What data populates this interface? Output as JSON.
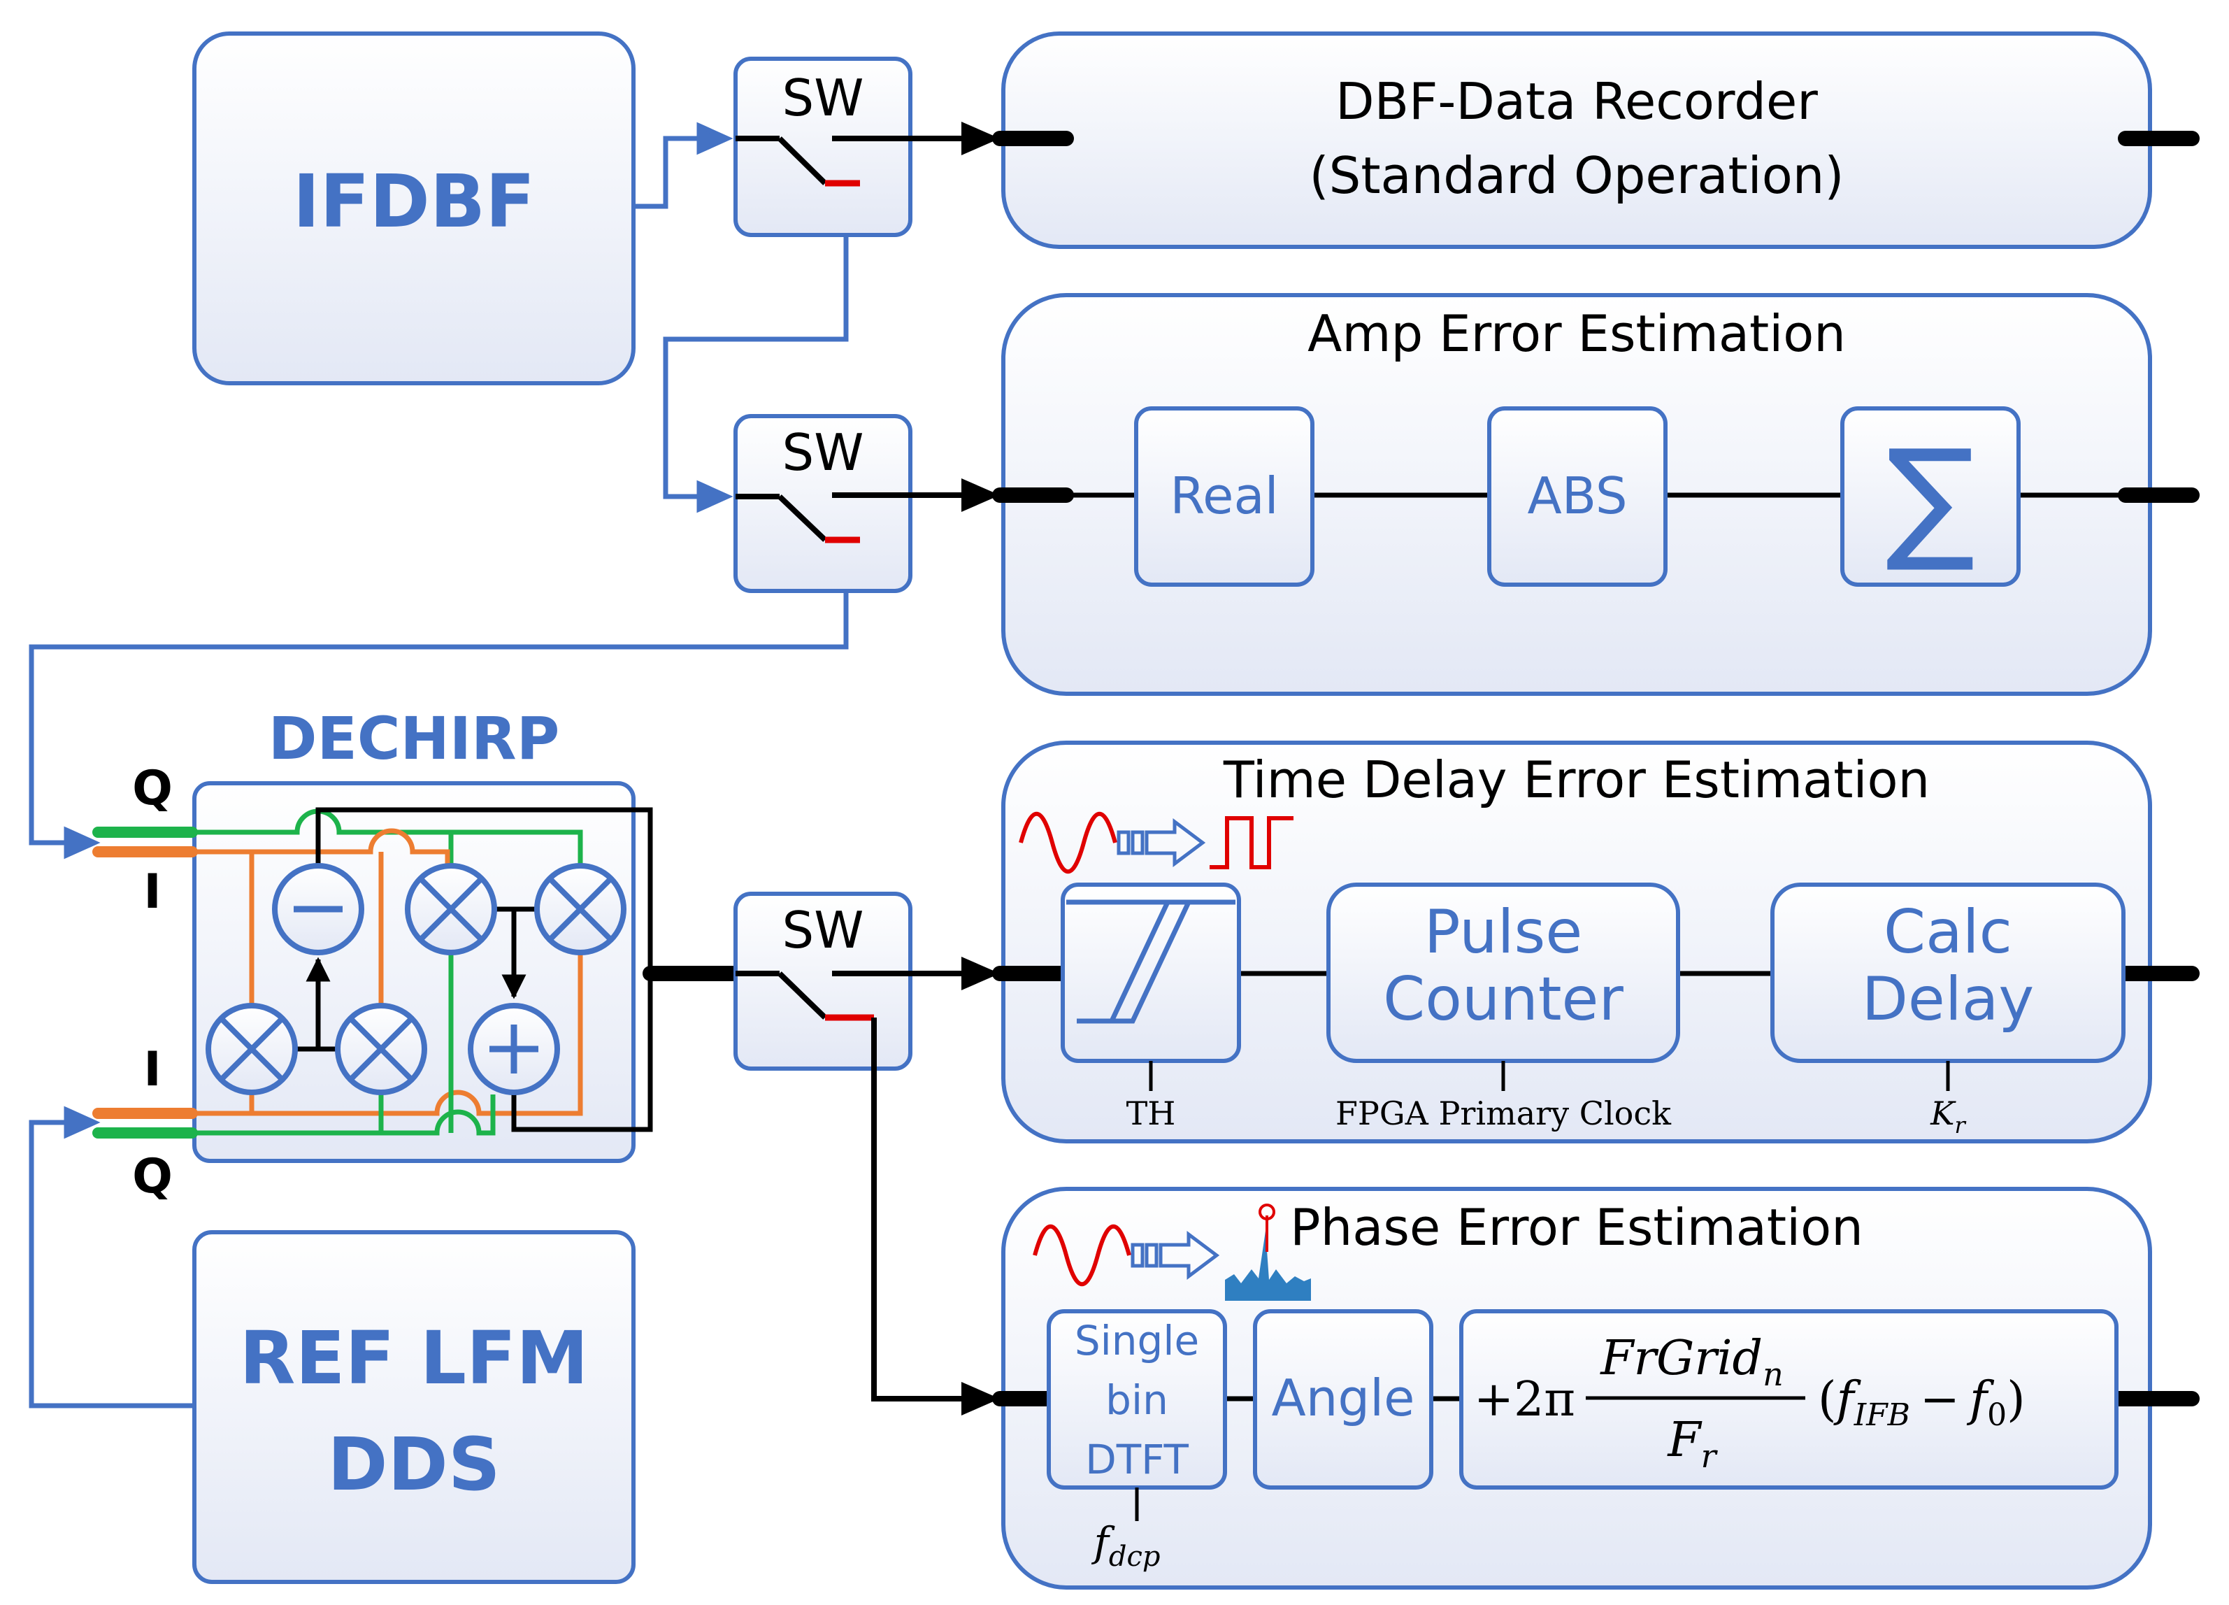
{
  "colors": {
    "block_border": "#4472c4",
    "block_fill_top": "#ffffff",
    "block_fill_bottom": "#e6eaf6",
    "blue_text": "#4472c4",
    "black": "#000000",
    "red": "#e00000",
    "green": "#1db34b",
    "orange": "#ed7d31",
    "spectrum": "#2f7fc1"
  },
  "blocks": {
    "ifdbf": "IFDBF",
    "ref_lfm_line1": "REF LFM",
    "ref_lfm_line2": "DDS",
    "dechirp": "DECHIRP",
    "dechirp_port_q_top": "Q",
    "dechirp_port_i_top": "I",
    "dechirp_port_i_bottom": "I",
    "dechirp_port_q_bottom": "Q"
  },
  "switches": {
    "sw1": "SW",
    "sw2": "SW",
    "sw3": "SW"
  },
  "dbf_recorder": {
    "line1": "DBF-Data Recorder",
    "line2": "(Standard Operation)"
  },
  "amp_error": {
    "title": "Amp Error Estimation",
    "real": "Real",
    "abs": "ABS",
    "sum": "∑"
  },
  "time_delay_error": {
    "title": "Time Delay Error Estimation",
    "pulse_line1": "Pulse",
    "pulse_line2": "Counter",
    "calc_line1": "Calc",
    "calc_line2": "Delay",
    "th_label": "TH",
    "clock_label": "FPGA Primary Clock",
    "kr_main": "K",
    "kr_sub": "r"
  },
  "phase_error": {
    "title": "Phase Error Estimation",
    "dtft_line1": "Single",
    "dtft_line2": "bin",
    "dtft_line3": "DTFT",
    "angle": "Angle",
    "formula_prefix": "+2π",
    "formula_num_main": "FrGrid",
    "formula_num_sub": "n",
    "formula_den_main": "F",
    "formula_den_sub": "r",
    "formula_open": "(",
    "formula_f1_main": "f",
    "formula_f1_sub": "IFB",
    "formula_minus": "−",
    "formula_f2_main": "f",
    "formula_f2_sub": "0",
    "formula_close": ")",
    "fdcp_main": "f",
    "fdcp_sub": "dcp"
  }
}
